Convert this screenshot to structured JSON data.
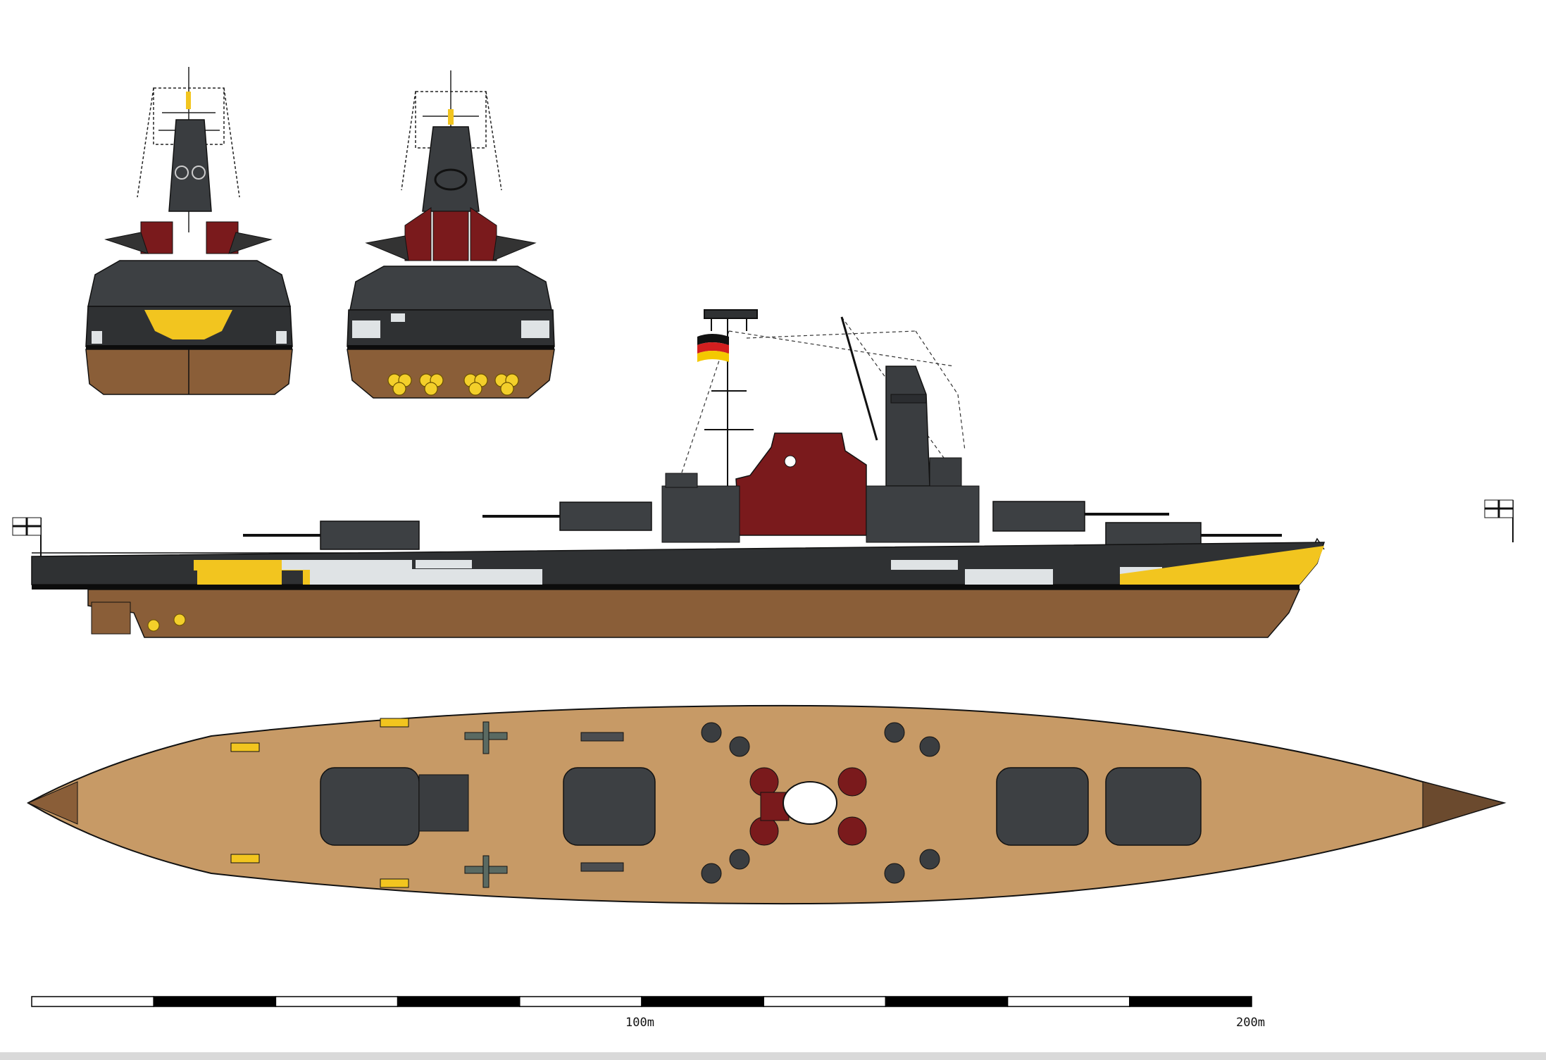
{
  "scale_bar": {
    "segments": 10,
    "label_100": "100m",
    "label_200": "200m"
  },
  "colors": {
    "hull_dark": "#2f3133",
    "hull_gray": "#3d4043",
    "camo_yellow": "#f2c51f",
    "camo_white": "#dfe3e5",
    "boot_black": "#0c0c0c",
    "lower_hull": "#8a5e38",
    "deck_tan": "#c79a66",
    "superstructure_red": "#7a1a1c",
    "propeller_yellow": "#f3cf2a",
    "flag_black": "#111111",
    "flag_red": "#d21f1f",
    "flag_gold": "#f4c800"
  },
  "views": [
    {
      "name": "bow-view"
    },
    {
      "name": "stern-view"
    },
    {
      "name": "side-profile"
    },
    {
      "name": "top-plan"
    }
  ]
}
